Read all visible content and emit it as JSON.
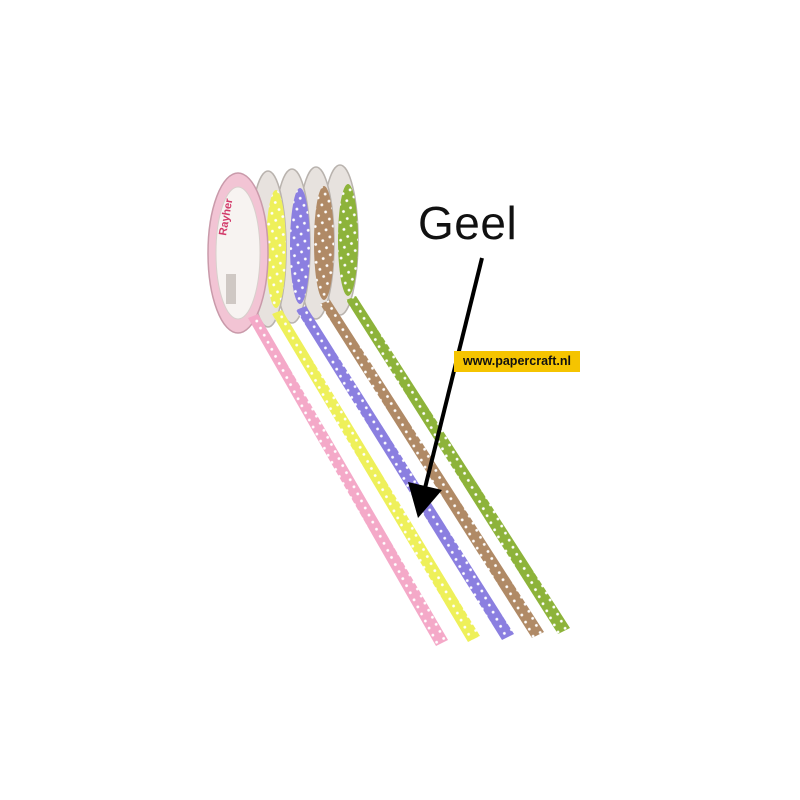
{
  "callout": {
    "label": "Geel"
  },
  "watermark": {
    "url": "www.papercraft.nl"
  },
  "spool": {
    "brand": "Rayher"
  },
  "ribbons": [
    {
      "name": "pink",
      "color": "#f4a9c8"
    },
    {
      "name": "yellow",
      "color": "#eef05a"
    },
    {
      "name": "purple",
      "color": "#8b7fe0"
    },
    {
      "name": "brown",
      "color": "#b08a66"
    },
    {
      "name": "green",
      "color": "#8db33a"
    }
  ],
  "colors": {
    "background": "#ffffff",
    "arrow": "#000000",
    "badge": "#f5c400"
  }
}
